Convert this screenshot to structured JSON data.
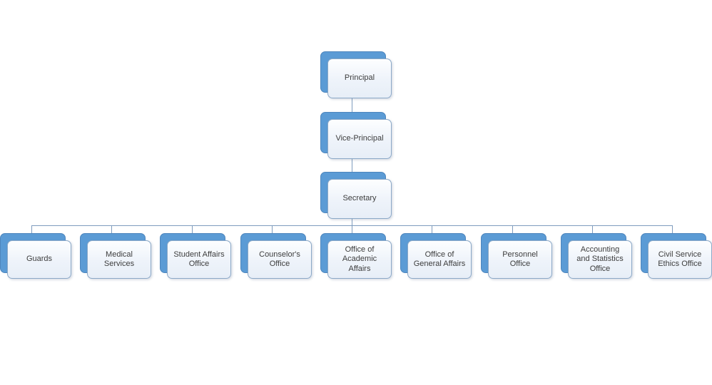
{
  "colors": {
    "background": "#ffffff",
    "node_back_fill": "#5b9bd5",
    "node_back_border": "#4e86bd",
    "node_front_fill": "#eef3fa",
    "node_front_border": "#8ba8c7",
    "connector": "#7e9cbe",
    "text": "#3d3d3d"
  },
  "org_chart": {
    "type": "organization-chart",
    "chain": [
      {
        "id": "principal",
        "label": "Principal",
        "reports_to": null
      },
      {
        "id": "vice-principal",
        "label": "Vice-Principal",
        "reports_to": "principal"
      },
      {
        "id": "secretary",
        "label": "Secretary",
        "reports_to": "vice-principal"
      }
    ],
    "departments_parent": "secretary",
    "departments": [
      {
        "id": "guards",
        "label": "Guards"
      },
      {
        "id": "medical-services",
        "label": "Medical\nServices"
      },
      {
        "id": "student-affairs-office",
        "label": "Student Affairs\nOffice"
      },
      {
        "id": "counselors-office",
        "label": "Counselor's\nOffice"
      },
      {
        "id": "office-of-academic-affairs",
        "label": "Office of\nAcademic\nAffairs"
      },
      {
        "id": "office-of-general-affairs",
        "label": "Office of\nGeneral Affairs"
      },
      {
        "id": "personnel-office",
        "label": "Personnel\nOffice"
      },
      {
        "id": "accounting-and-statistics-office",
        "label": "Accounting\nand Statistics\nOffice"
      },
      {
        "id": "civil-service-ethics-office",
        "label": "Civil Service\nEthics Office"
      }
    ]
  }
}
